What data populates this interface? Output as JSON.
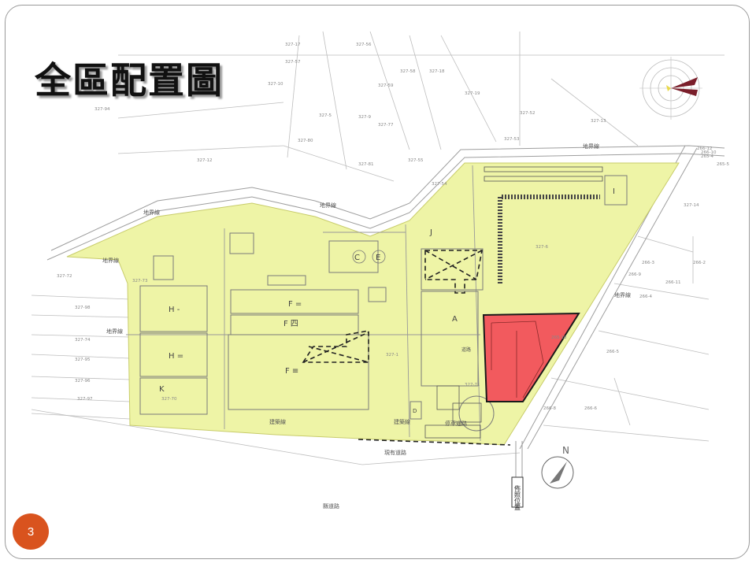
{
  "title": "全區配置圖",
  "page_number": "3",
  "colors": {
    "site_fill": "#eef4a6",
    "highlight_fill": "#f25a5e",
    "highlight_stroke": "#1a1a1a",
    "line": "#b0b0b0",
    "building": "#808080"
  },
  "map": {
    "buildings": {
      "a": "A",
      "c": "C",
      "e": "E",
      "i": "I",
      "j": "J",
      "d": "D",
      "k": "K",
      "h1": "H -",
      "h2": "H =",
      "f1": "F =",
      "f2": "F 四",
      "f3": "F ≡"
    },
    "labels": {
      "boundary_1": "地界線",
      "boundary_2": "地界線",
      "boundary_3": "地界線",
      "boundary_4": "地界線",
      "boundary_5": "地界線",
      "boundary_6": "地界線",
      "build_line_1": "建築線",
      "build_line_2": "建築線",
      "road_existing": "現有道路",
      "road_note": "道路",
      "parking_road": "停車通路",
      "photo_position": "佈照位置",
      "road_bottom": "縣道路"
    },
    "lots": [
      "327-17",
      "327-56",
      "327-57",
      "327-58",
      "327-59",
      "327-18",
      "327-19",
      "327-5",
      "327-9",
      "327-77",
      "327-10",
      "327-12",
      "327-80",
      "327-81",
      "327-55",
      "327-54",
      "327-53",
      "327-52",
      "327-13",
      "327-6",
      "327-1",
      "327-71",
      "327-70",
      "327-72",
      "327-73",
      "327-74",
      "327-95",
      "327-96",
      "327-97",
      "327-98",
      "327-94",
      "327-14",
      "266-2",
      "266-3",
      "266-4",
      "266-5",
      "266-6",
      "266-8",
      "266-9",
      "266-11",
      "266-12",
      "265-4",
      "265-5",
      "265-10",
      "266-10"
    ]
  }
}
